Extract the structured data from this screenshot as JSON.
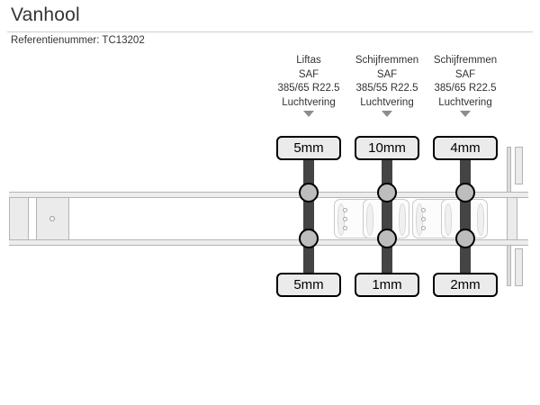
{
  "header": {
    "title": "Vanhool",
    "reference": "Referentienummer: TC13202"
  },
  "diagram": {
    "type": "semi-trailer-axle-diagram",
    "axles": [
      {
        "index": 1,
        "annotation": [
          "Liftas",
          "SAF",
          "385/65 R22.5",
          "Luchtvering"
        ],
        "tyre_depth_top": "5mm",
        "tyre_depth_bottom": "5mm"
      },
      {
        "index": 2,
        "annotation": [
          "Schijfremmen",
          "SAF",
          "385/55 R22.5",
          "Luchtvering"
        ],
        "tyre_depth_top": "10mm",
        "tyre_depth_bottom": "1mm"
      },
      {
        "index": 3,
        "annotation": [
          "Schijfremmen",
          "SAF",
          "385/65 R22.5",
          "Luchtvering"
        ],
        "tyre_depth_top": "4mm",
        "tyre_depth_bottom": "2mm"
      }
    ]
  },
  "colors": {
    "axle_bar": "#444444",
    "wheel_fill": "#bdbdbd",
    "tyre_box_fill": "#ebebeb",
    "tyre_box_border": "#000000",
    "chassis_line": "#b4b4b4",
    "arrow": "#8d8d8d",
    "text": "#333333",
    "divider": "#cfcfcf"
  }
}
